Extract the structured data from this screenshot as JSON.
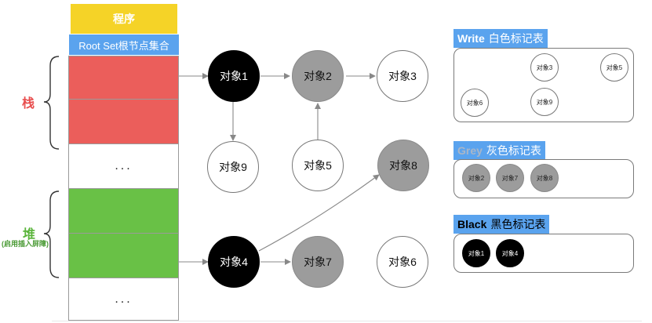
{
  "program": "程序",
  "root_set": "Root Set根节点集合",
  "stack": {
    "label": "栈",
    "ellipsis": "..."
  },
  "heap": {
    "label": "堆",
    "sub_label": "(启用插入屏障)",
    "ellipsis": "..."
  },
  "nodes": {
    "obj1": "对象1",
    "obj2": "对象2",
    "obj3": "对象3",
    "obj4": "对象4",
    "obj5": "对象5",
    "obj6": "对象6",
    "obj7": "对象7",
    "obj8": "对象8",
    "obj9": "对象9"
  },
  "white_table": {
    "title_en": "Write",
    "title_zh": "白色标记表",
    "items": [
      "对象3",
      "对象5",
      "对象6",
      "对象9"
    ]
  },
  "grey_table": {
    "title_en": "Grey",
    "title_zh": "灰色标记表",
    "items": [
      "对象2",
      "对象7",
      "对象8"
    ]
  },
  "black_table": {
    "title_en": "Black",
    "title_zh": "黑色标记表",
    "items": [
      "对象1",
      "对象4"
    ]
  },
  "colors": {
    "program": "#f5d327",
    "root_set": "#5aa3ee",
    "stack_cell": "#eb5e5b",
    "heap_cell": "#69c146",
    "black": "#000000",
    "grey": "#9c9c9c",
    "white": "#ffffff"
  }
}
